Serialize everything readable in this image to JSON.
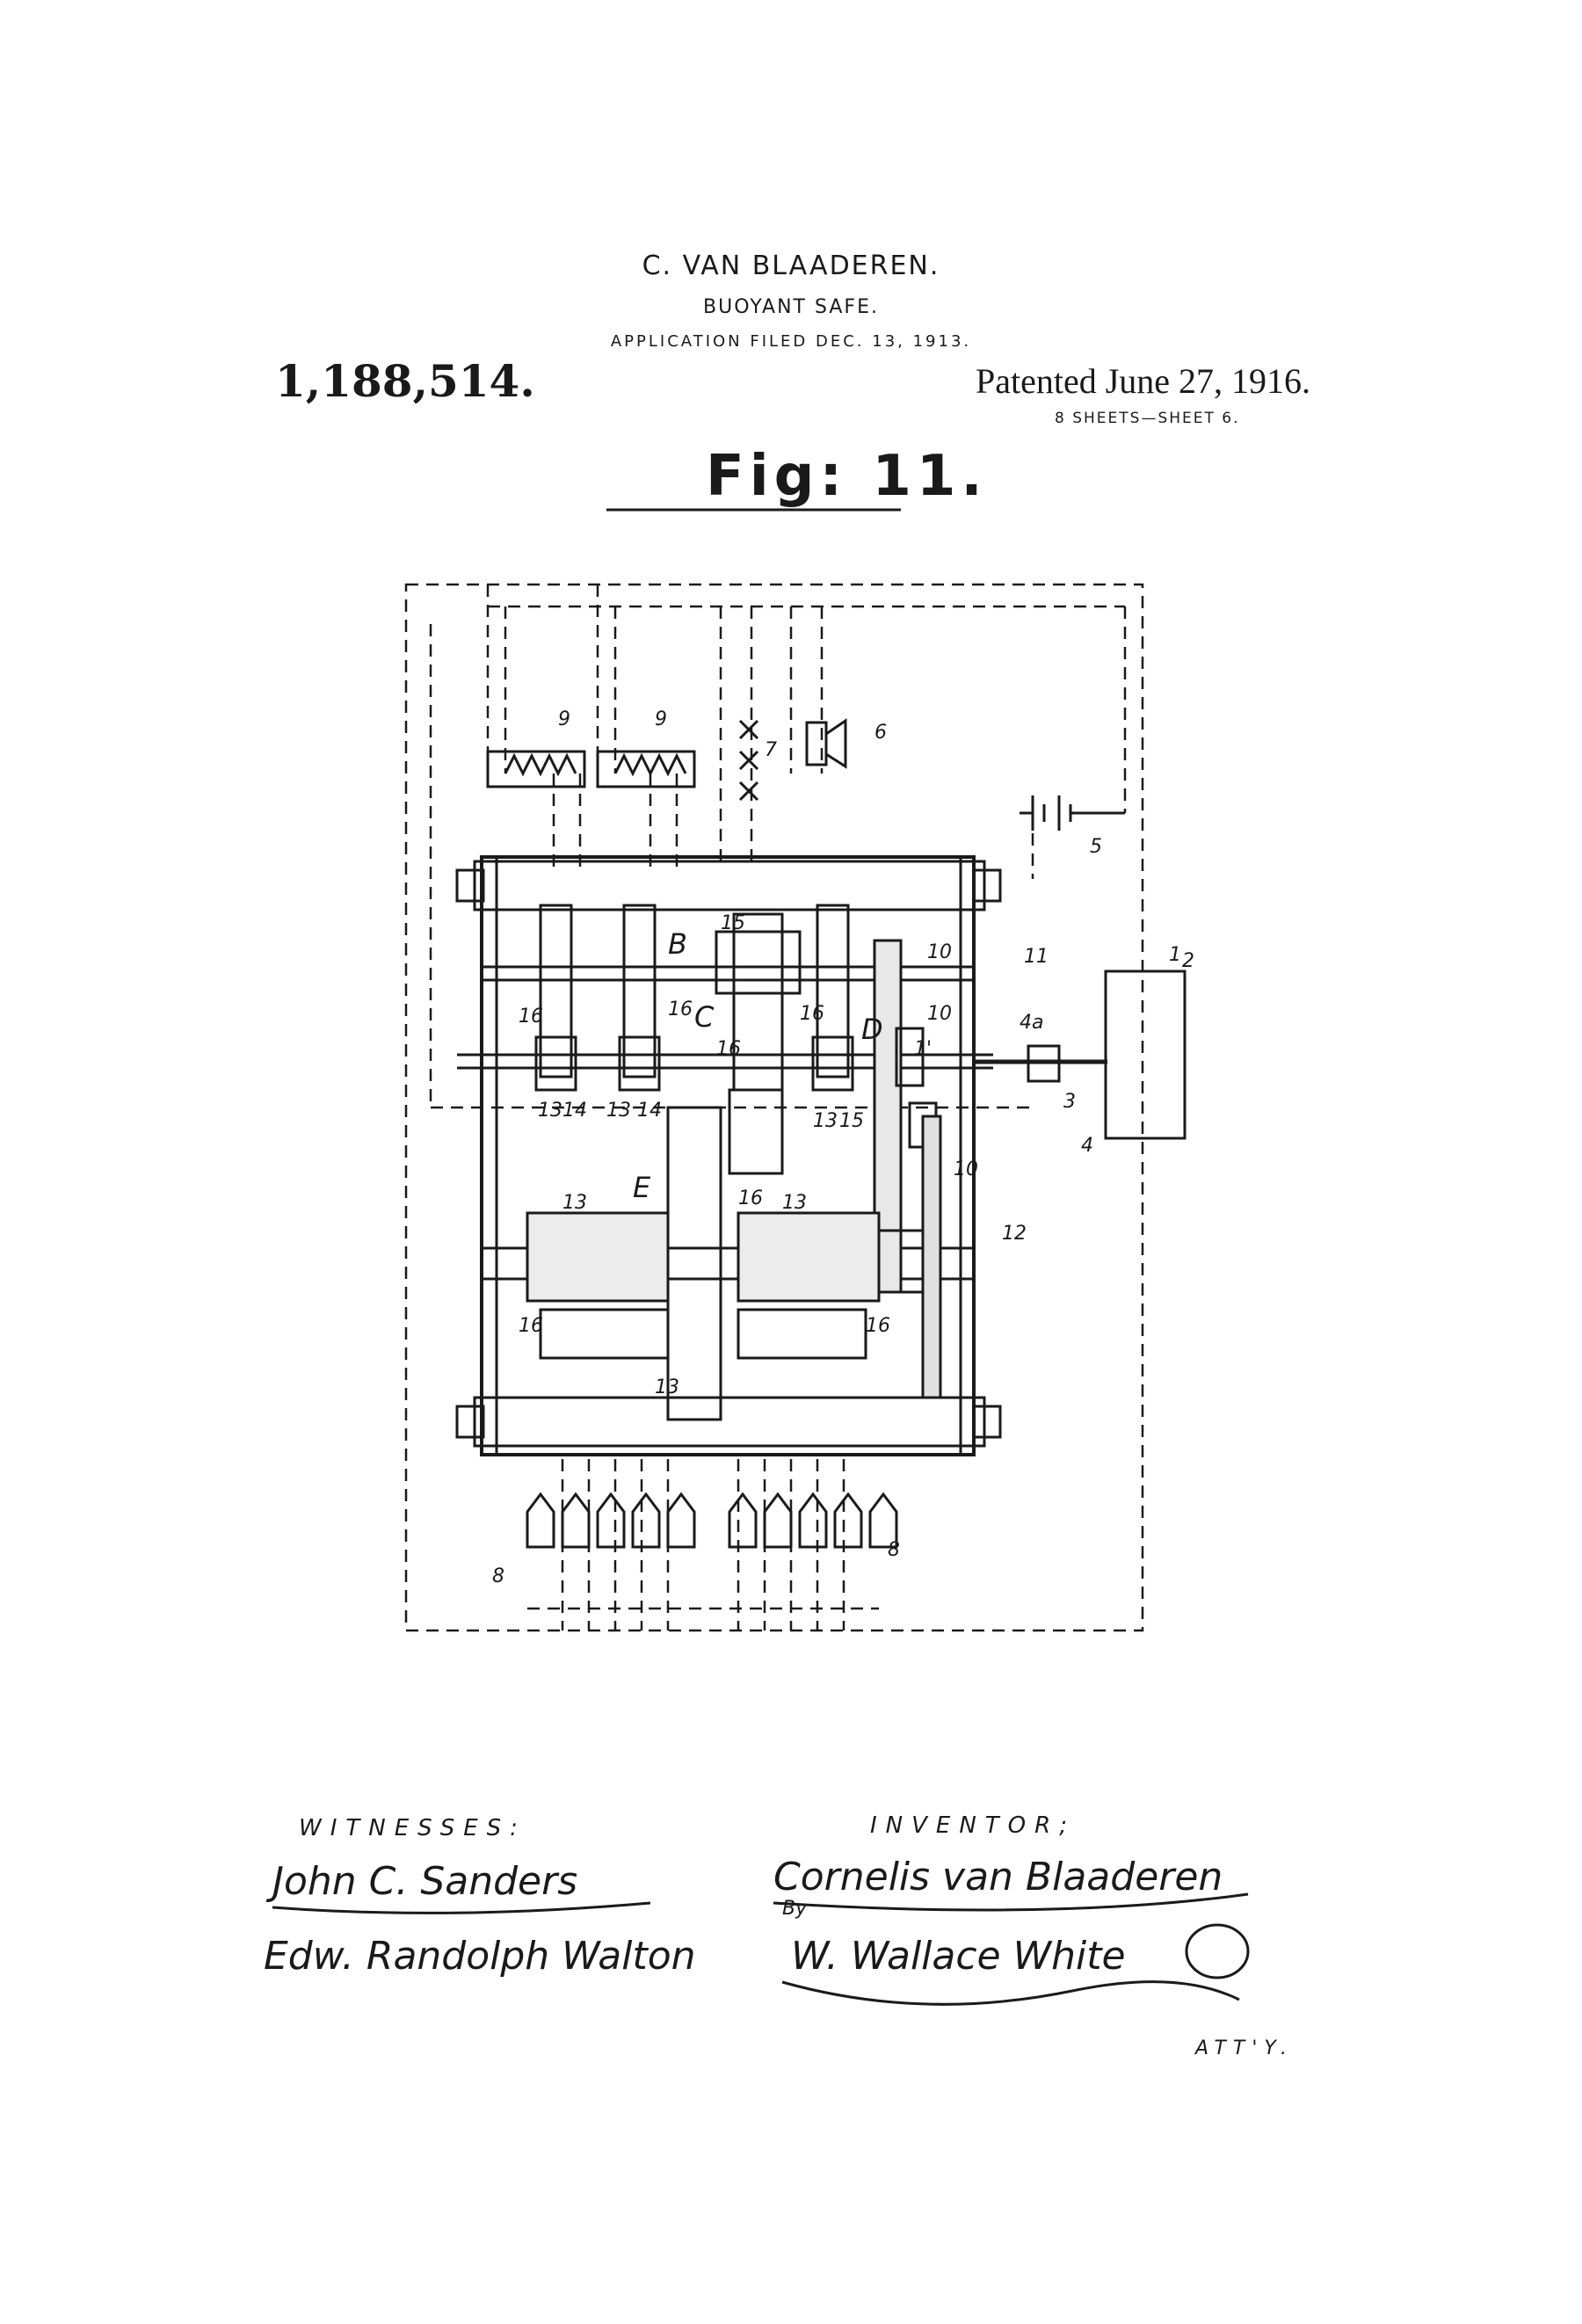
{
  "header": {
    "inventor_name": "C. VAN BLAADEREN.",
    "title": "BUOYANT SAFE.",
    "application": "APPLICATION FILED DEC. 13, 1913.",
    "patent_number": "1,188,514.",
    "patented": "Patented June 27, 1916.",
    "sheets": "8 SHEETS—SHEET 6."
  },
  "figure": {
    "label": "Fig: 11.",
    "parts": {
      "a": "1",
      "b": "2",
      "c": "3",
      "d": "4",
      "e": "4a",
      "f": "5",
      "g": "6",
      "h": "7",
      "i": "8",
      "j": "9",
      "k": "10",
      "l": "11",
      "m": "12",
      "n": "13",
      "o": "14",
      "p": "15",
      "q": "16",
      "r": "1'",
      "s": "B",
      "t": "C",
      "u": "D",
      "v": "E"
    }
  },
  "signatures": {
    "witnesses_label": "WITNESSES:",
    "witness_1": "John C. Sanders",
    "witness_2": "Edw. Randolph Walton",
    "inventor_label": "INVENTOR;",
    "inventor_signature": "Cornelis van Blaaderen",
    "by": "By",
    "attorney_signature": "W. Wallace White",
    "atty_label": "ATT'Y."
  }
}
